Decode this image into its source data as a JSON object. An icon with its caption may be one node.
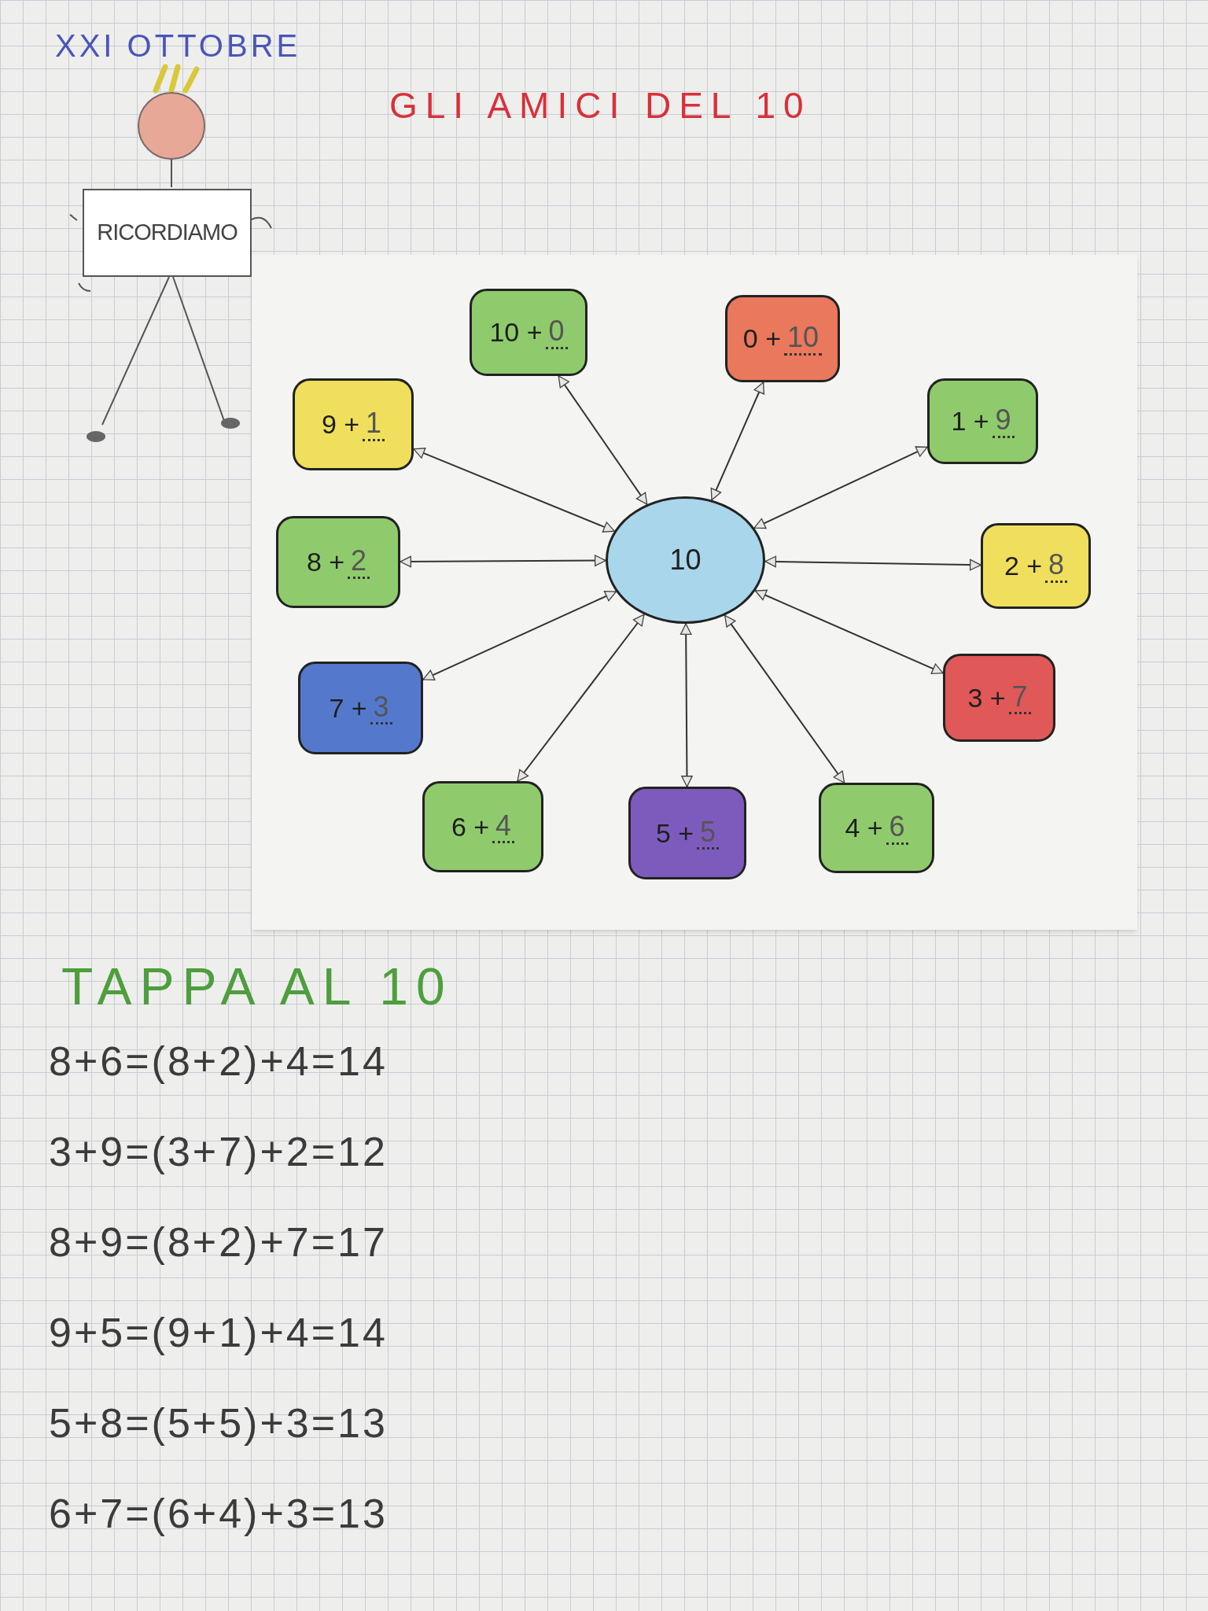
{
  "diagram": {
    "title": "GLI AMICI DEL 10",
    "nodes": [
      {
        "text": [
          "RICORDIAMO"
        ]
      },
      {
        "text": [
          "10"
        ]
      },
      {
        "text": [
          "10 +",
          "0"
        ]
      },
      {
        "text": [
          "0 +",
          "10"
        ]
      },
      {
        "text": [
          "1 +",
          "9"
        ]
      },
      {
        "text": [
          "2 +",
          "8"
        ]
      },
      {
        "text": [
          "3 +",
          "7"
        ]
      },
      {
        "text": [
          "4 +",
          "6"
        ]
      },
      {
        "text": [
          "5 +",
          "5"
        ]
      },
      {
        "text": [
          "6 +",
          "4"
        ]
      },
      {
        "text": [
          "7 +",
          "3"
        ]
      },
      {
        "text": [
          "8 +",
          "2"
        ]
      },
      {
        "text": [
          "9 +",
          "1"
        ]
      }
    ],
    "edges": [
      {
        "from": 1,
        "to": 2,
        "arrow": "both"
      },
      {
        "from": 1,
        "to": 3,
        "arrow": "both"
      },
      {
        "from": 1,
        "to": 4,
        "arrow": "both"
      },
      {
        "from": 1,
        "to": 5,
        "arrow": "both"
      },
      {
        "from": 1,
        "to": 6,
        "arrow": "both"
      },
      {
        "from": 1,
        "to": 7,
        "arrow": "both"
      },
      {
        "from": 1,
        "to": 8,
        "arrow": "both"
      },
      {
        "from": 1,
        "to": 9,
        "arrow": "both"
      },
      {
        "from": 1,
        "to": 10,
        "arrow": "both"
      },
      {
        "from": 1,
        "to": 11,
        "arrow": "both"
      },
      {
        "from": 1,
        "to": 12,
        "arrow": "both"
      }
    ],
    "labels": [
      "XXI OTTOBRE",
      "TAPPA AL 10",
      "8+6=(8+2)+4=14",
      "3+9=(3+7)+2=12",
      "8+9=(8+2)+7=17",
      "9+5=(9+1)+4=14",
      "5+8=(5+5)+3=13",
      "6+7=(6+4)+3=13"
    ]
  }
}
